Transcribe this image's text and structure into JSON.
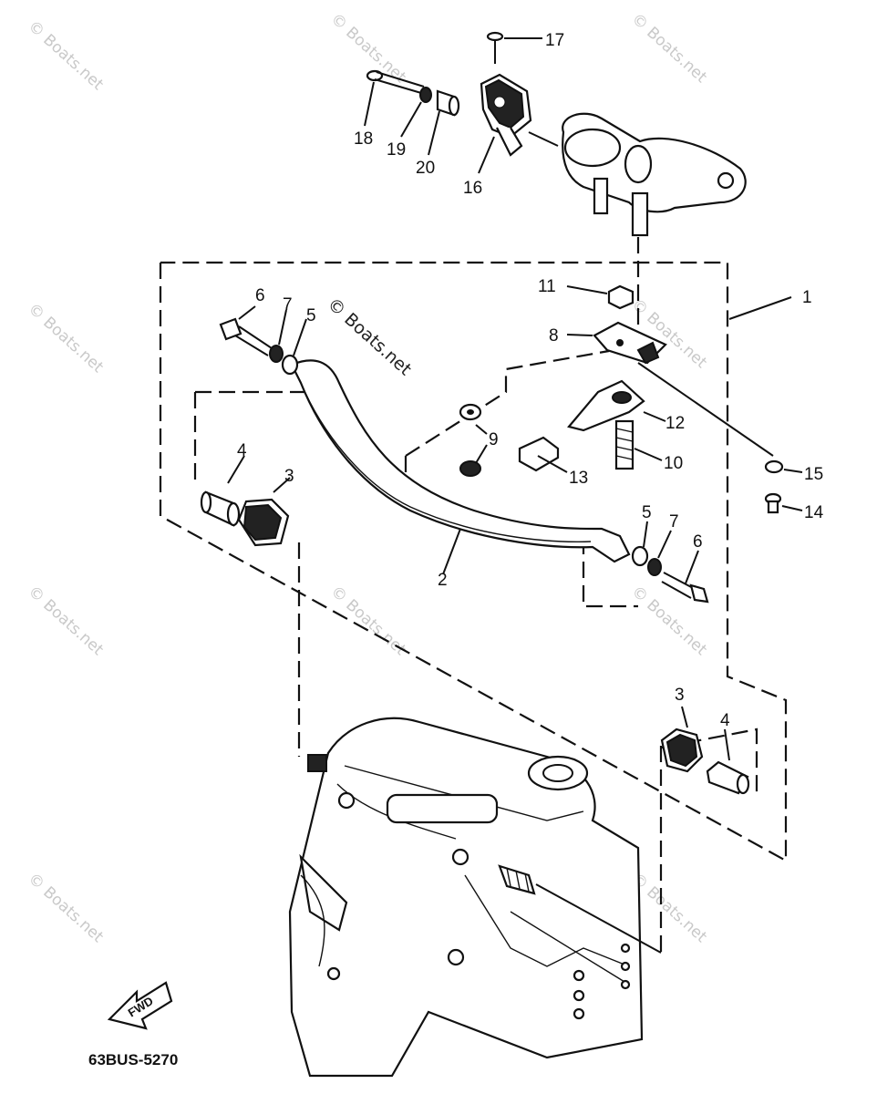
{
  "diagram": {
    "code": "63BUS-5270",
    "fwd_label": "FWD",
    "watermark_main": "© Boats.net",
    "watermark_faint": "© Boats.net",
    "callouts": [
      {
        "id": "c1",
        "label": "1"
      },
      {
        "id": "c2",
        "label": "2"
      },
      {
        "id": "c3a",
        "label": "3"
      },
      {
        "id": "c3b",
        "label": "3"
      },
      {
        "id": "c4a",
        "label": "4"
      },
      {
        "id": "c4b",
        "label": "4"
      },
      {
        "id": "c5a",
        "label": "5"
      },
      {
        "id": "c5b",
        "label": "5"
      },
      {
        "id": "c6a",
        "label": "6"
      },
      {
        "id": "c6b",
        "label": "6"
      },
      {
        "id": "c7a",
        "label": "7"
      },
      {
        "id": "c7b",
        "label": "7"
      },
      {
        "id": "c8",
        "label": "8"
      },
      {
        "id": "c9",
        "label": "9"
      },
      {
        "id": "c10",
        "label": "10"
      },
      {
        "id": "c11",
        "label": "11"
      },
      {
        "id": "c12",
        "label": "12"
      },
      {
        "id": "c13",
        "label": "13"
      },
      {
        "id": "c14",
        "label": "14"
      },
      {
        "id": "c15",
        "label": "15"
      },
      {
        "id": "c16",
        "label": "16"
      },
      {
        "id": "c17",
        "label": "17"
      },
      {
        "id": "c18",
        "label": "18"
      },
      {
        "id": "c19",
        "label": "19"
      },
      {
        "id": "c20",
        "label": "20"
      }
    ]
  }
}
